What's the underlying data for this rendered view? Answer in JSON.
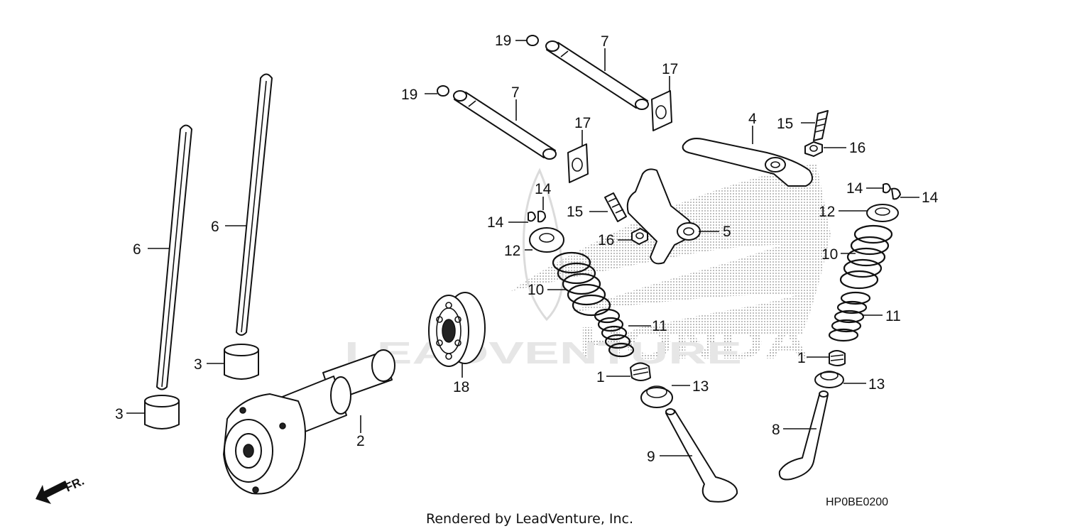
{
  "diagram": {
    "diagram_code": "HP0BE0200",
    "footer": "Rendered by LeadVenture, Inc.",
    "direction_label": "FR.",
    "watermark": {
      "brand": "HONDA",
      "overlay": "LEADVENTURE"
    },
    "callouts": [
      {
        "id": "c19a",
        "label": "19"
      },
      {
        "id": "c7a",
        "label": "7"
      },
      {
        "id": "c19b",
        "label": "19"
      },
      {
        "id": "c7b",
        "label": "7"
      },
      {
        "id": "c17a",
        "label": "17"
      },
      {
        "id": "c17b",
        "label": "17"
      },
      {
        "id": "c4",
        "label": "4"
      },
      {
        "id": "c15a",
        "label": "15"
      },
      {
        "id": "c16a",
        "label": "16"
      },
      {
        "id": "c14a",
        "label": "14"
      },
      {
        "id": "c14b",
        "label": "14"
      },
      {
        "id": "c14c",
        "label": "14"
      },
      {
        "id": "c14d",
        "label": "14"
      },
      {
        "id": "c15b",
        "label": "15"
      },
      {
        "id": "c5",
        "label": "5"
      },
      {
        "id": "c16b",
        "label": "16"
      },
      {
        "id": "c12a",
        "label": "12"
      },
      {
        "id": "c12b",
        "label": "12"
      },
      {
        "id": "c10a",
        "label": "10"
      },
      {
        "id": "c10b",
        "label": "10"
      },
      {
        "id": "c11a",
        "label": "11"
      },
      {
        "id": "c11b",
        "label": "11"
      },
      {
        "id": "c1a",
        "label": "1"
      },
      {
        "id": "c1b",
        "label": "1"
      },
      {
        "id": "c13a",
        "label": "13"
      },
      {
        "id": "c13b",
        "label": "13"
      },
      {
        "id": "c6a",
        "label": "6"
      },
      {
        "id": "c6b",
        "label": "6"
      },
      {
        "id": "c3a",
        "label": "3"
      },
      {
        "id": "c3b",
        "label": "3"
      },
      {
        "id": "c18",
        "label": "18"
      },
      {
        "id": "c2",
        "label": "2"
      },
      {
        "id": "c8",
        "label": "8"
      },
      {
        "id": "c9",
        "label": "9"
      }
    ]
  }
}
